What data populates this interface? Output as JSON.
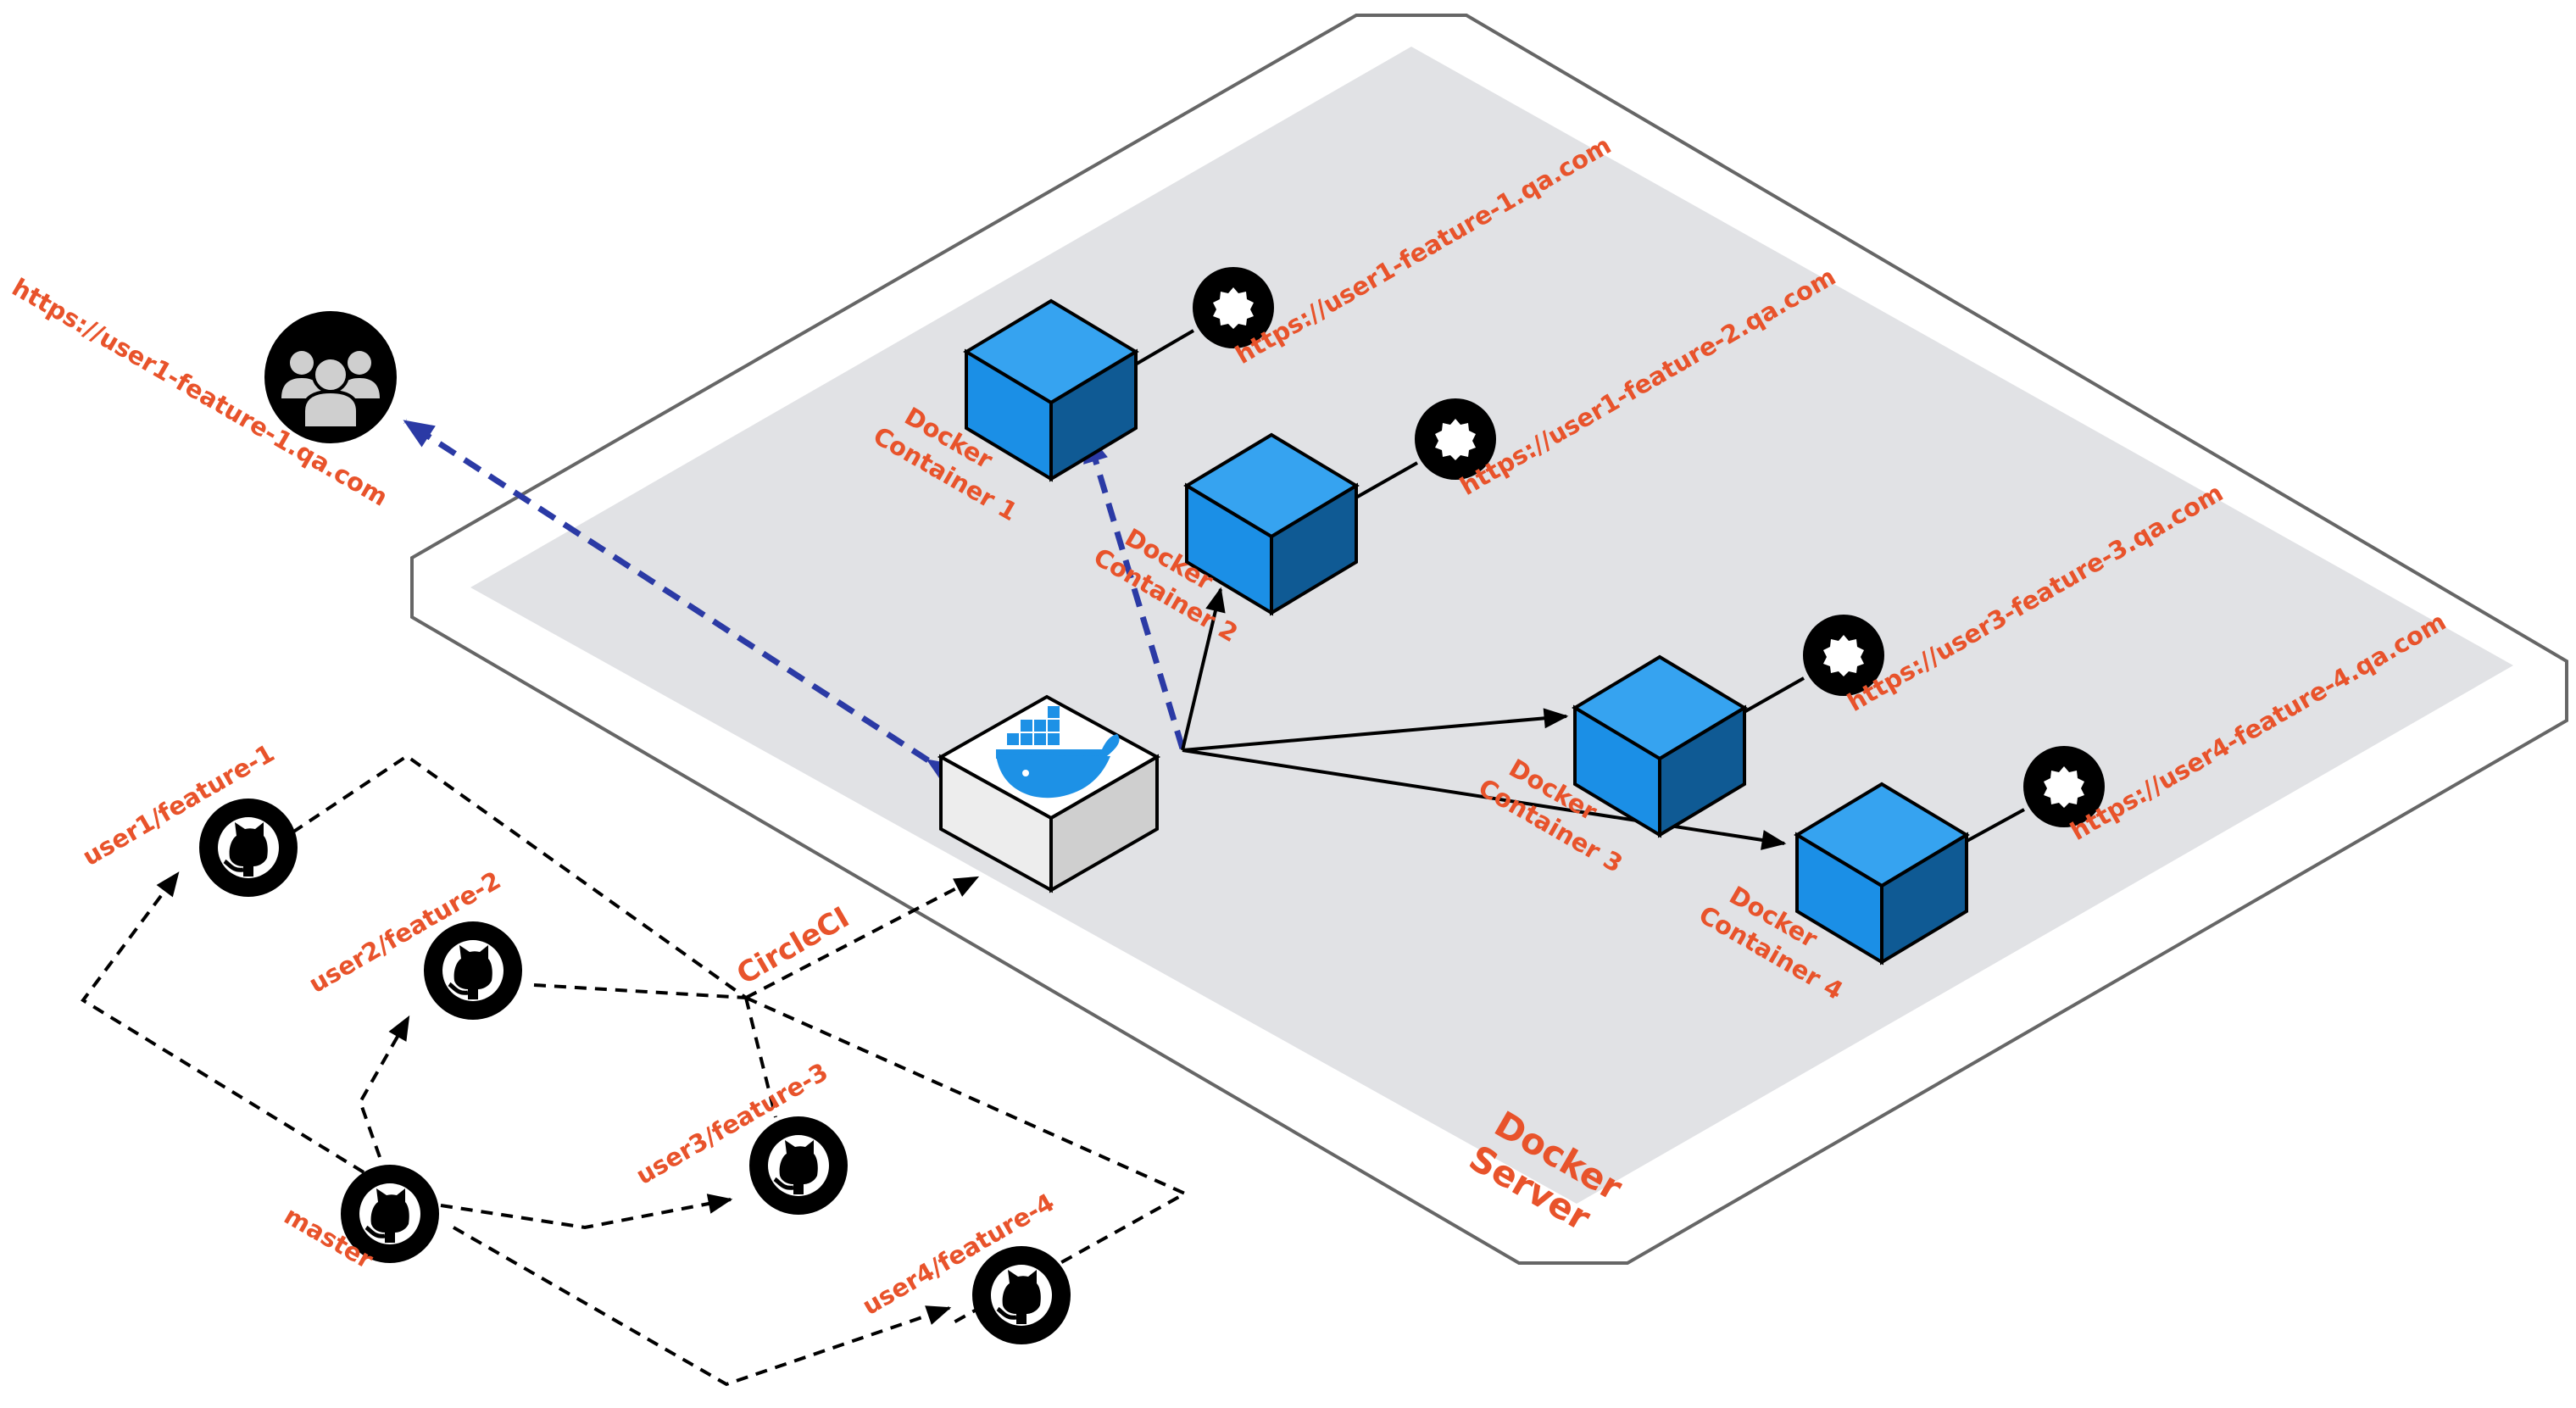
{
  "server": {
    "label_line1": "Docker",
    "label_line2": "Server"
  },
  "users_url": "https://user1-feature-1.qa.com",
  "ci_label": "CircleCI",
  "branches": {
    "master": "master",
    "b1": "user1/feature-1",
    "b2": "user2/feature-2",
    "b3": "user3/feature-3",
    "b4": "user4/feature-4"
  },
  "containers": [
    {
      "line1": "Docker",
      "line2": "Container 1",
      "url": "https://user1-feature-1.qa.com"
    },
    {
      "line1": "Docker",
      "line2": "Container 2",
      "url": "https://user1-feature-2.qa.com"
    },
    {
      "line1": "Docker",
      "line2": "Container 3",
      "url": "https://user3-feature-3.qa.com"
    },
    {
      "line1": "Docker",
      "line2": "Container 4",
      "url": "https://user4-feature-4.qa.com"
    }
  ],
  "colors": {
    "label": "#e8532b",
    "container_front": "#1b8fe6",
    "container_top": "#36a3f0",
    "container_side": "#0f5a94",
    "flow_dashed_blue": "#2b3aa5",
    "server_fill": "#e1e2e5"
  },
  "icons": [
    "users-group-icon",
    "docker-host-icon",
    "github-icon",
    "ssl-badge-icon"
  ]
}
